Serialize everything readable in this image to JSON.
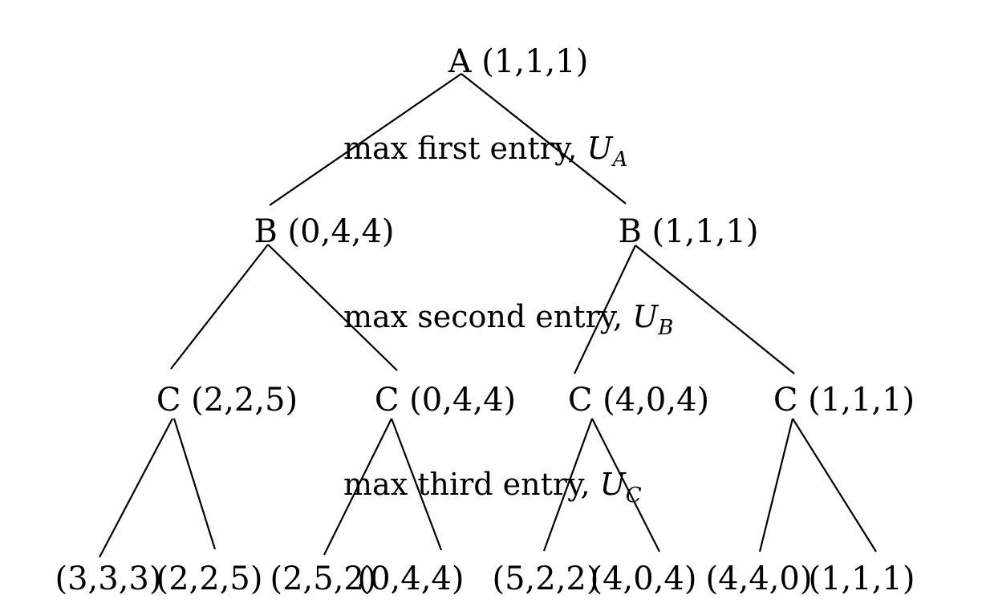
{
  "nodes": {
    "root": "A (1,1,1)",
    "b_left": "B (0,4,4)",
    "b_right": "B (1,1,1)",
    "c1": "C (2,2,5)",
    "c2": "C (0,4,4)",
    "c3": "C (4,0,4)",
    "c4": "C (1,1,1)"
  },
  "leaves": [
    "(3,3,3)",
    "(2,2,5)",
    "(2,5,2)",
    "(0,4,4)",
    "(5,2,2)",
    "(4,0,4)",
    "(4,4,0)",
    "(1,1,1)"
  ],
  "levels": [
    {
      "text": "max first entry, ",
      "var": "U",
      "sub": "A"
    },
    {
      "text": "max second entry, ",
      "var": "U",
      "sub": "B"
    },
    {
      "text": "max third entry, ",
      "var": "U",
      "sub": "C"
    }
  ]
}
